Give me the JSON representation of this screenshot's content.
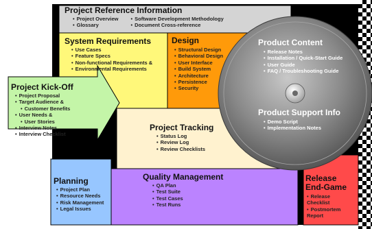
{
  "colors": {
    "reference": "#d4d4d4",
    "requirements": "#fff87a",
    "design": "#ff9a0a",
    "kickoff": "#c4f5a8",
    "tracking": "#fff2cf",
    "planning": "#97c6ff",
    "quality": "#bb83ff",
    "release": "#ff4a4a",
    "frame": "#000000",
    "disc": "#7f7f7f"
  },
  "sections": {
    "reference": {
      "title": "Project Reference Information",
      "col1": [
        "Project Overview",
        "Glossary"
      ],
      "col2": [
        "Software Development Methodology",
        "Document Cross-reference"
      ]
    },
    "requirements": {
      "title": "System Requirements",
      "items": [
        "Use Cases",
        "Feature Specs",
        "Non-functional Requirements &",
        "Environmental Requirements"
      ]
    },
    "design": {
      "title": "Design",
      "items": [
        "Structural Design",
        "Behavioral Design",
        "User Interface",
        "Build System",
        "Architecture",
        "Persistence",
        "Security"
      ]
    },
    "kickoff": {
      "title": "Project Kick-Off",
      "items": [
        "Project Proposal",
        "Target Audience &",
        "Customer Benefits",
        "User Needs &",
        "User Stories",
        "Interview Notes",
        "Interview Checklist"
      ]
    },
    "tracking": {
      "title": "Project Tracking",
      "items": [
        "Status Log",
        "Review Log",
        "Review Checklists"
      ]
    },
    "product_content": {
      "title": "Product Content",
      "items": [
        "Release Notes",
        "Installation / Quick-Start Guide",
        "User Guide",
        "FAQ / Troubleshooting Guide"
      ]
    },
    "product_support": {
      "title": "Product Support Info",
      "items": [
        "Demo Script",
        "Implementation Notes"
      ]
    },
    "planning": {
      "title": "Planning",
      "items": [
        "Project Plan",
        "Resource Needs",
        "Risk Management",
        "Legal Issues"
      ]
    },
    "quality": {
      "title": "Quality Management",
      "items": [
        "QA Plan",
        "Test Suite",
        "Test Cases",
        "Test Runs"
      ]
    },
    "release": {
      "title_line1": "Release",
      "title_line2": "End-Game",
      "items": [
        "Release Checklist",
        "Postmortem Report"
      ]
    }
  }
}
